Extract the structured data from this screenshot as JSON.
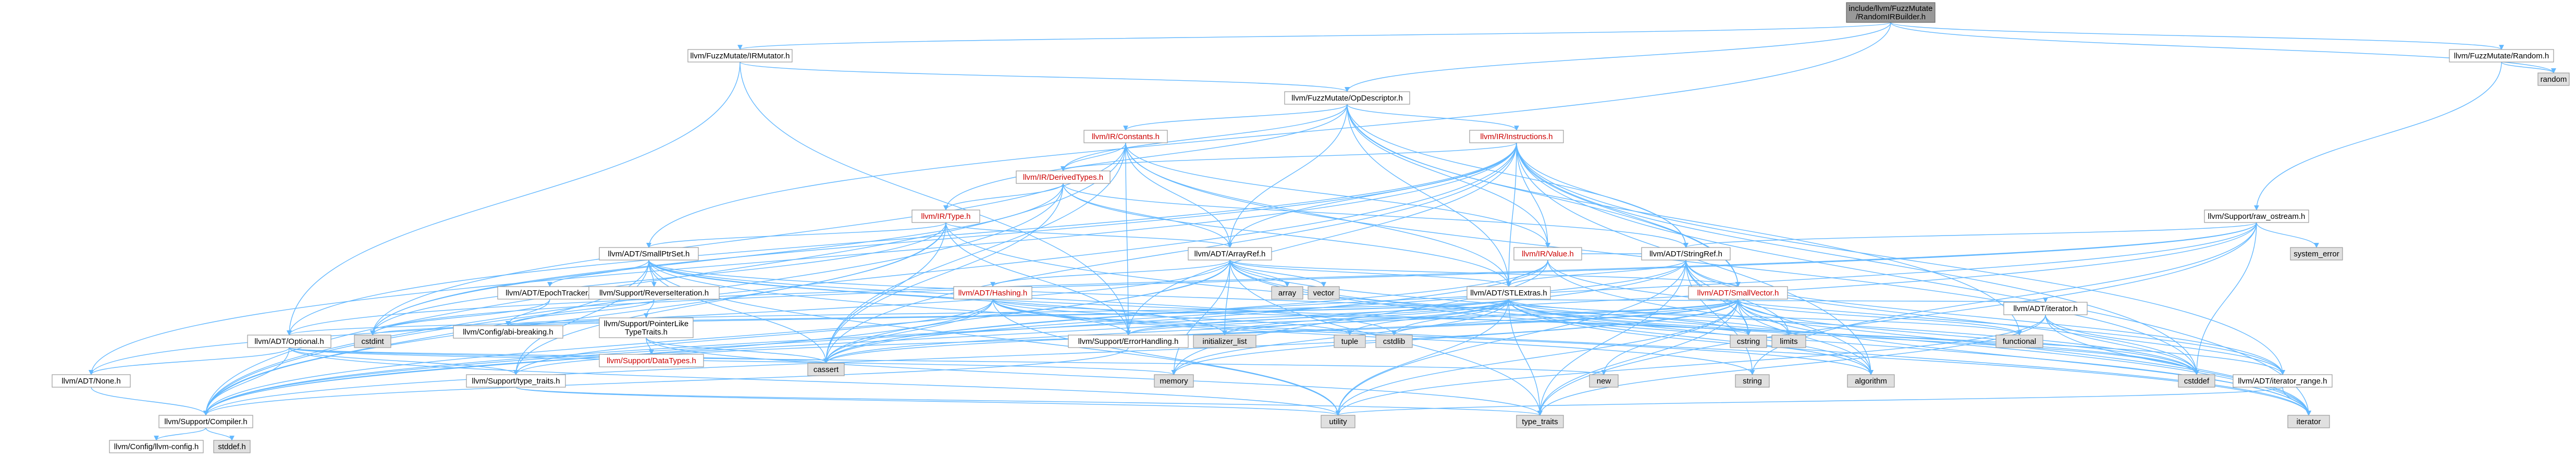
{
  "diagram": {
    "colors": {
      "edge": "#63b8ff",
      "edge_alt": "#8fa8c8",
      "node_fill": "#ffffff",
      "node_stroke": "#999999",
      "node_text": "#000000",
      "root_fill": "#999999",
      "root_stroke": "#666666",
      "red_text": "#cc0000",
      "system_fill": "#e0e0e0",
      "system_stroke": "#999999"
    },
    "nodes": [
      {
        "id": "root",
        "label": [
          "include/llvm/FuzzMutate",
          "/RandomIRBuilder.h"
        ],
        "kind": "root"
      },
      {
        "id": "irmutator",
        "label": [
          "llvm/FuzzMutate/IRMutator.h"
        ],
        "kind": "normal"
      },
      {
        "id": "random",
        "label": [
          "llvm/FuzzMutate/Random.h"
        ],
        "kind": "normal"
      },
      {
        "id": "random_sys",
        "label": [
          "random"
        ],
        "kind": "system"
      },
      {
        "id": "opdesc",
        "label": [
          "llvm/FuzzMutate/OpDescriptor.h"
        ],
        "kind": "normal"
      },
      {
        "id": "constants",
        "label": [
          "llvm/IR/Constants.h"
        ],
        "kind": "red"
      },
      {
        "id": "instructions",
        "label": [
          "llvm/IR/Instructions.h"
        ],
        "kind": "red"
      },
      {
        "id": "derivedtypes",
        "label": [
          "llvm/IR/DerivedTypes.h"
        ],
        "kind": "red"
      },
      {
        "id": "type",
        "label": [
          "llvm/IR/Type.h"
        ],
        "kind": "red"
      },
      {
        "id": "rawostream",
        "label": [
          "llvm/Support/raw_ostream.h"
        ],
        "kind": "normal"
      },
      {
        "id": "systemerror",
        "label": [
          "system_error"
        ],
        "kind": "system"
      },
      {
        "id": "smallptrset",
        "label": [
          "llvm/ADT/SmallPtrSet.h"
        ],
        "kind": "normal"
      },
      {
        "id": "arrayref",
        "label": [
          "llvm/ADT/ArrayRef.h"
        ],
        "kind": "normal"
      },
      {
        "id": "value",
        "label": [
          "llvm/IR/Value.h"
        ],
        "kind": "red"
      },
      {
        "id": "stringref",
        "label": [
          "llvm/ADT/StringRef.h"
        ],
        "kind": "normal"
      },
      {
        "id": "smallvector",
        "label": [
          "llvm/ADT/SmallVector.h"
        ],
        "kind": "red"
      },
      {
        "id": "epochtracker",
        "label": [
          "llvm/ADT/EpochTracker.h"
        ],
        "kind": "normal"
      },
      {
        "id": "reverseiter",
        "label": [
          "llvm/Support/ReverseIteration.h"
        ],
        "kind": "normal"
      },
      {
        "id": "hashing",
        "label": [
          "llvm/ADT/Hashing.h"
        ],
        "kind": "red"
      },
      {
        "id": "array",
        "label": [
          "array"
        ],
        "kind": "system"
      },
      {
        "id": "vector",
        "label": [
          "vector"
        ],
        "kind": "system"
      },
      {
        "id": "stlextras",
        "label": [
          "llvm/ADT/STLExtras.h"
        ],
        "kind": "normal"
      },
      {
        "id": "optional",
        "label": [
          "llvm/ADT/Optional.h"
        ],
        "kind": "normal"
      },
      {
        "id": "abibreaking",
        "label": [
          "llvm/Config/abi-breaking.h"
        ],
        "kind": "normal"
      },
      {
        "id": "ptrliketraits",
        "label": [
          "llvm/Support/PointerLike",
          "TypeTraits.h"
        ],
        "kind": "normal"
      },
      {
        "id": "datatypes",
        "label": [
          "llvm/Support/DataTypes.h"
        ],
        "kind": "red"
      },
      {
        "id": "errorhandling",
        "label": [
          "llvm/Support/ErrorHandling.h"
        ],
        "kind": "normal"
      },
      {
        "id": "initlist",
        "label": [
          "initializer_list"
        ],
        "kind": "system"
      },
      {
        "id": "tuple",
        "label": [
          "tuple"
        ],
        "kind": "system"
      },
      {
        "id": "cstdlib",
        "label": [
          "cstdlib"
        ],
        "kind": "system"
      },
      {
        "id": "cstring",
        "label": [
          "cstring"
        ],
        "kind": "system"
      },
      {
        "id": "limits",
        "label": [
          "limits"
        ],
        "kind": "system"
      },
      {
        "id": "functional",
        "label": [
          "functional"
        ],
        "kind": "system"
      },
      {
        "id": "iterator_h",
        "label": [
          "llvm/ADT/iterator.h"
        ],
        "kind": "normal"
      },
      {
        "id": "cstdint",
        "label": [
          "cstdint"
        ],
        "kind": "system"
      },
      {
        "id": "cassert",
        "label": [
          "cassert"
        ],
        "kind": "system"
      },
      {
        "id": "memory",
        "label": [
          "memory"
        ],
        "kind": "system"
      },
      {
        "id": "new",
        "label": [
          "new"
        ],
        "kind": "system"
      },
      {
        "id": "string",
        "label": [
          "string"
        ],
        "kind": "system"
      },
      {
        "id": "algorithm",
        "label": [
          "algorithm"
        ],
        "kind": "system"
      },
      {
        "id": "cstddef",
        "label": [
          "cstddef"
        ],
        "kind": "system"
      },
      {
        "id": "iterrange",
        "label": [
          "llvm/ADT/iterator_range.h"
        ],
        "kind": "normal"
      },
      {
        "id": "iterator_sys",
        "label": [
          "iterator"
        ],
        "kind": "system"
      },
      {
        "id": "none",
        "label": [
          "llvm/ADT/None.h"
        ],
        "kind": "normal"
      },
      {
        "id": "typetraits_llvm",
        "label": [
          "llvm/Support/type_traits.h"
        ],
        "kind": "normal"
      },
      {
        "id": "compiler",
        "label": [
          "llvm/Support/Compiler.h"
        ],
        "kind": "normal"
      },
      {
        "id": "llvmconfig",
        "label": [
          "llvm/Config/llvm-config.h"
        ],
        "kind": "normal"
      },
      {
        "id": "stddef",
        "label": [
          "stddef.h"
        ],
        "kind": "system"
      },
      {
        "id": "utility",
        "label": [
          "utility"
        ],
        "kind": "system"
      },
      {
        "id": "typetraits_sys",
        "label": [
          "type_traits"
        ],
        "kind": "system"
      }
    ]
  }
}
